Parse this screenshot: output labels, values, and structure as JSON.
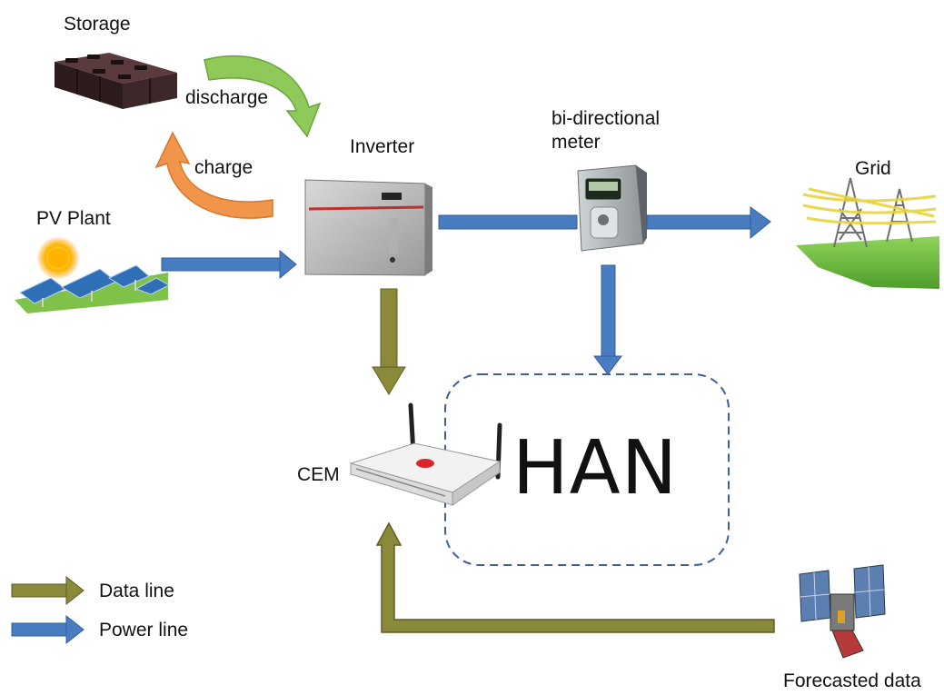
{
  "labels": {
    "storage": "Storage",
    "discharge": "discharge",
    "charge": "charge",
    "inverter": "Inverter",
    "meter": "bi-directional\nmeter",
    "grid": "Grid",
    "pv_plant": "PV Plant",
    "cem": "CEM",
    "han": "HAN",
    "forecasted": "Forecasted data"
  },
  "legend": {
    "items": [
      {
        "label": "Data line",
        "color": "#8b8a3a"
      },
      {
        "label": "Power line",
        "color": "#4a7cc0"
      }
    ]
  },
  "colors": {
    "data_line": "#8b8a3a",
    "power_line": "#4a7cc0",
    "discharge_arrow": "#8fc95a",
    "charge_arrow": "#f0954a",
    "han_border": "#3d5f9a",
    "legend_bg": "#ebb5b9"
  },
  "icons": [
    "battery-storage-icon",
    "solar-panel-icon",
    "inverter-icon",
    "meter-icon",
    "power-tower-icon",
    "router-icon",
    "satellite-icon"
  ]
}
